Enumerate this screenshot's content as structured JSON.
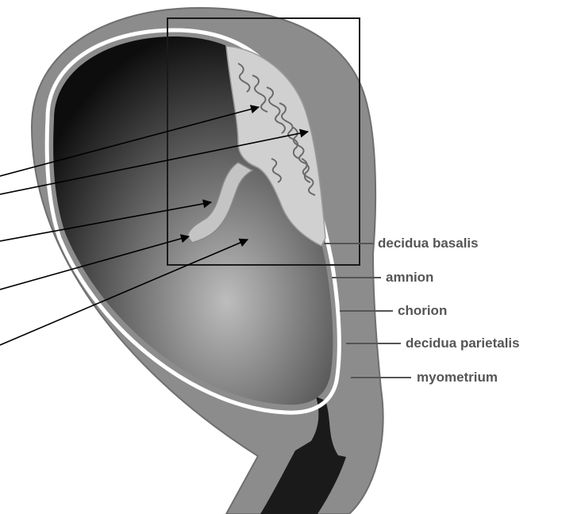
{
  "diagram": {
    "labels": {
      "decidua_basalis": "decidua basalis",
      "amnion": "amnion",
      "chorion": "chorion",
      "decidua_parietalis": "decidua parietalis",
      "myometrium": "myometrium"
    },
    "colors": {
      "myometrium": "#8c8c8c",
      "membrane": "#ffffff",
      "cavity_dark": "#111111",
      "cavity_light": "#a8a8a8",
      "placenta": "#d0d0d0",
      "leader": "#000000",
      "label_text": "#555555"
    }
  }
}
